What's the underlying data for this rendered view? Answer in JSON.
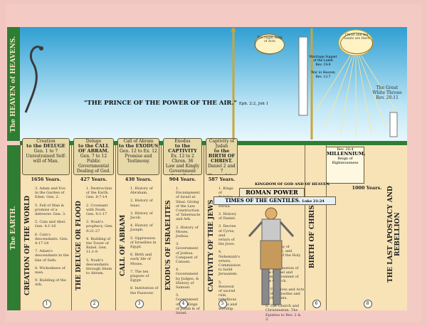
{
  "title": "THE EPOCHS AND DISPENSATIONS OF SCRIPTURE.",
  "strips": {
    "heavens": "The HEAVEN of HEAVENS.",
    "earth": "The EARTH."
  },
  "prince": {
    "text": "\"THE PRINCE OF THE POWER OF THE AIR.\"",
    "ref": "Eph. 2:2, Joh 1"
  },
  "epochs": [
    {
      "head": "Creation",
      "sub": "to the DELUGE",
      "ref": "Gen. 1 to 7",
      "desc": "Unrestrained Self-will of Man.",
      "years": "1656 Years.",
      "label": "CREATION OF THE WORLD",
      "num": "1",
      "notes": [
        "3. Adam and Eve in the Garden of Eden. Gen. 2.",
        "5. Fall of Man & promise of a deliverer. Gen. 3.",
        "5. Cain and Abel. Gen. 4:1-16",
        "6. Cain's descendants. Gen. 4:17-24",
        "7. Adam's descendants in the line of Seth.",
        "8. Wickedness of man.",
        "9. Building of the Ark."
      ]
    },
    {
      "head": "Deluge",
      "sub": "to the CALL OF ABRAM.",
      "ref": "Gen. 7 to 12",
      "desc": "Public Governmental Dealing of God.",
      "years": "427 Years.",
      "label": "THE DELUGE OR FLOOD",
      "num": "2",
      "notes": [
        "1. Destruction of the Earth. Gen. 8:7-14",
        "2. Covenant with Noah. Gen. 9:1-17",
        "3. Noah's prophecy. Gen. 9:21-27",
        "4. Building of the Tower of Babel. Gen. 11:1-9",
        "5. Noah's descendants through Shem to Abram."
      ]
    },
    {
      "head": "Call of Abram",
      "sub": "to the EXODUS",
      "ref": "Gen. 12 to Ex. 12",
      "desc": "Promise and Testimony.",
      "years": "430 Years.",
      "label": "CALL OF ABRAM",
      "num": "3",
      "notes": [
        "1. History of Abraham.",
        "2. History of Isaac.",
        "3. History of Jacob.",
        "4. History of Joseph.",
        "5. Oppression of Israelites in Egypt.",
        "6. Birth and early life of Moses.",
        "7. The ten plagues of Egypt.",
        "8. Institution of the Passover."
      ]
    },
    {
      "head": "Exodus",
      "sub": "to the CAPTIVITY",
      "ref": "Ex. 12 to 2 Chron. 36",
      "desc": "Law and Kingly Government from Saul.",
      "years": "904 Years.",
      "label": "EXODUS OF ISRAELITES",
      "num": "4",
      "notes": [
        "1. Encampment of Israel at Sinai. Giving of the Law. Construction of Tabernacle and Ark.",
        "2. History of Moses, Joshua.",
        "3. Government of Joshua. Conquest of Canaan.",
        "4. Government by Judges, & History of Samuel.",
        "5. Government of the Kings of Judah & of Israel."
      ]
    },
    {
      "head": "Captivity of Judah",
      "sub": "to the BIRTH OF CHRIST.",
      "ref": "Daniel 2 and 7",
      "desc": "Times of the Gentiles.",
      "years": "587 Years.",
      "label": "CAPTIVITY OF THE JEWS",
      "num": "5",
      "notes": [
        "1. Kings of Babylon and Persia.",
        "2. History of Daniel.",
        "3. Decree of Cyrus, and return of the Jews.",
        "4. Nehemiah's return. Commission to build Jerusalem.",
        "5. Renewal of sacred rule, rebellious feasts and worship."
      ]
    }
  ],
  "church": {
    "label": "BIRTH OF CHRIST",
    "notes": [
      "1. Life and ministry of Christ.",
      "2. The Day of Pentecost, and descent of the Holy Ghost.",
      "3. Proclamation of the Gospel and commencement of the Church.",
      "4. The Lives and Acts of the Apostles and early saints.",
      "5. The Church and Christendom. The Epistles to Rev. 2 & 3."
    ],
    "num": "6"
  },
  "bands": {
    "gentiles": "TIMES OF THE GENTILES.",
    "gentiles_ref": "Luke 21:24",
    "roman": "ROMAN POWER",
    "kingdom": "KINGDOM OF GOD AND OF HEAVEN."
  },
  "millennium": {
    "ref": "Rev. 20:4",
    "title": "MILLENNIUM.",
    "desc": "Reign of Righteousness",
    "years": "1000 Years.",
    "label": "THE LAST APOSTACY AND REBELLION",
    "num": "8"
  },
  "heaven": {
    "throne": "The Great White Throne",
    "throne_ref": "Rev. 20:11",
    "christ_saints": "Christ and the Saints are Here",
    "marriage": "Marriage Supper of the Lamb",
    "marriage_ref": "Rev. 19:9",
    "war": "War in Heaven",
    "war_ref": "Rev. 12:7",
    "rapture": "The Night Book of Acts"
  }
}
